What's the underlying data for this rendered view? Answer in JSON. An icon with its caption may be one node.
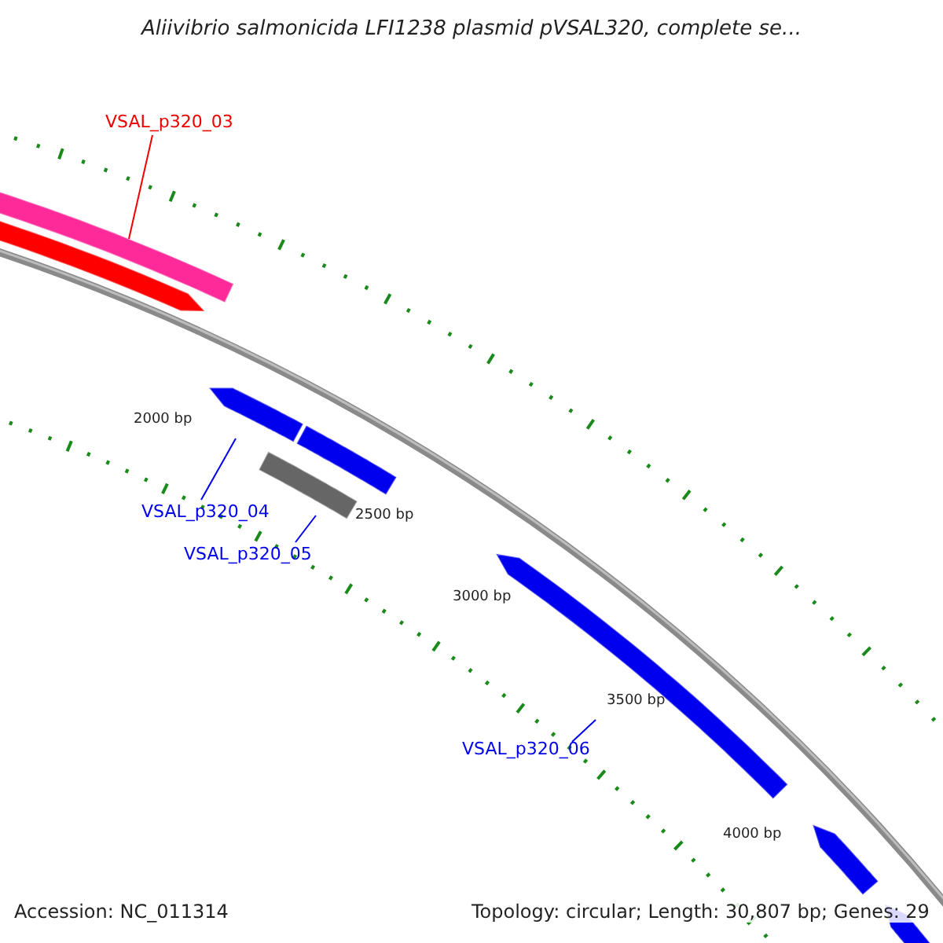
{
  "diagram": {
    "title": "Aliivibrio salmonicida LFI1238 plasmid pVSAL320, complete se...",
    "nodes": [
      {
        "text": [
          "VSAL_p320_03"
        ]
      },
      {
        "text": [],
        "shape": "bar"
      },
      {
        "text": [
          "VSAL_p320_04"
        ]
      },
      {
        "text": [
          "VSAL_p320_05"
        ]
      },
      {
        "text": [
          "VSAL_p320_06"
        ]
      }
    ],
    "edges": [
      {
        "from": 0,
        "to": 1,
        "arrow": "none",
        "color": "#ee0000"
      },
      {
        "from": 2,
        "to": null,
        "arrow": "none"
      },
      {
        "from": 3,
        "to": null,
        "arrow": "none"
      },
      {
        "from": 4,
        "to": null,
        "arrow": "none"
      }
    ],
    "labels": [
      "2000 bp",
      "2500 bp",
      "3000 bp",
      "3500 bp",
      "4000 bp",
      "Accession: NC_011314",
      "Topology: circular; Length: 30,807 bp; Genes: 29"
    ]
  }
}
